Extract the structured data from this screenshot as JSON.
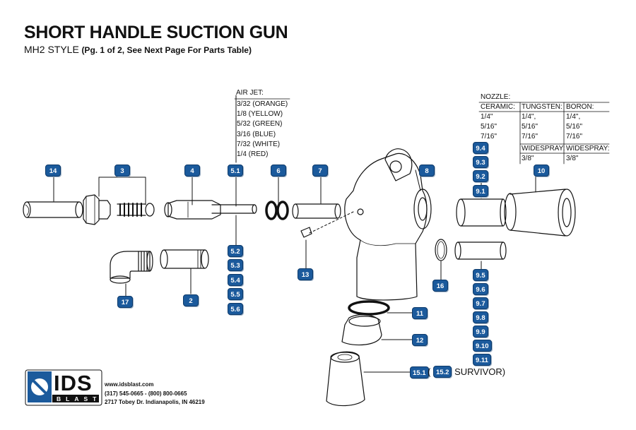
{
  "title": "SHORT HANDLE SUCTION GUN",
  "subtitle": {
    "style": "MH2 STYLE",
    "note": "(Pg. 1 of 2, See Next Page For Parts Table)"
  },
  "air_jet": {
    "heading": "AIR JET:",
    "sizes": [
      "3/32 (ORANGE)",
      "1/8 (YELLOW)",
      "5/32 (GREEN)",
      "3/16 (BLUE)",
      "7/32 (WHITE)",
      "1/4 (RED)"
    ]
  },
  "nozzle": {
    "heading": "NOZZLE:",
    "ceramic": {
      "heading": "CERAMIC:",
      "sizes": [
        "1/4\"",
        "5/16\"",
        "7/16\""
      ]
    },
    "tungsten": {
      "heading": "TUNGSTEN:",
      "sizes": [
        "1/4\",",
        "5/16\"",
        "7/16\""
      ]
    },
    "boron": {
      "heading": "BORON:",
      "sizes": [
        "1/4\",",
        "5/16\"",
        "7/16\""
      ]
    },
    "widespray_label": "WIDESPRAY:",
    "tungsten_widespray": "3/8\"",
    "boron_widespray": "3/8\""
  },
  "callouts": {
    "c14": "14",
    "c3": "3",
    "c4": "4",
    "c5_1": "5.1",
    "c6": "6",
    "c7": "7",
    "c8": "8",
    "c10": "10",
    "c9_4": "9.4",
    "c9_3": "9.3",
    "c9_2": "9.2",
    "c9_1": "9.1",
    "c5_2": "5.2",
    "c5_3": "5.3",
    "c5_4": "5.4",
    "c5_5": "5.5",
    "c5_6": "5.6",
    "c13": "13",
    "c16": "16",
    "c17": "17",
    "c2": "2",
    "c11": "11",
    "c12": "12",
    "c9_5": "9.5",
    "c9_6": "9.6",
    "c9_7": "9.7",
    "c9_8": "9.8",
    "c9_9": "9.9",
    "c9_10": "9.10",
    "c9_11": "9.11",
    "c15_1": "15.1",
    "c15_2": "15.2"
  },
  "survivor": {
    "open": "(",
    "label": "SURVIVOR)"
  },
  "company": {
    "logo_text": "IDS",
    "logo_subtext": "BLAST",
    "website": "www.idsblast.com",
    "phone": "(317) 545-0665 - (800) 800-0665",
    "address": "2717 Tobey Dr. Indianapolis, IN 46219"
  },
  "colors": {
    "badge": "#1b5a9c",
    "line": "#111111"
  }
}
